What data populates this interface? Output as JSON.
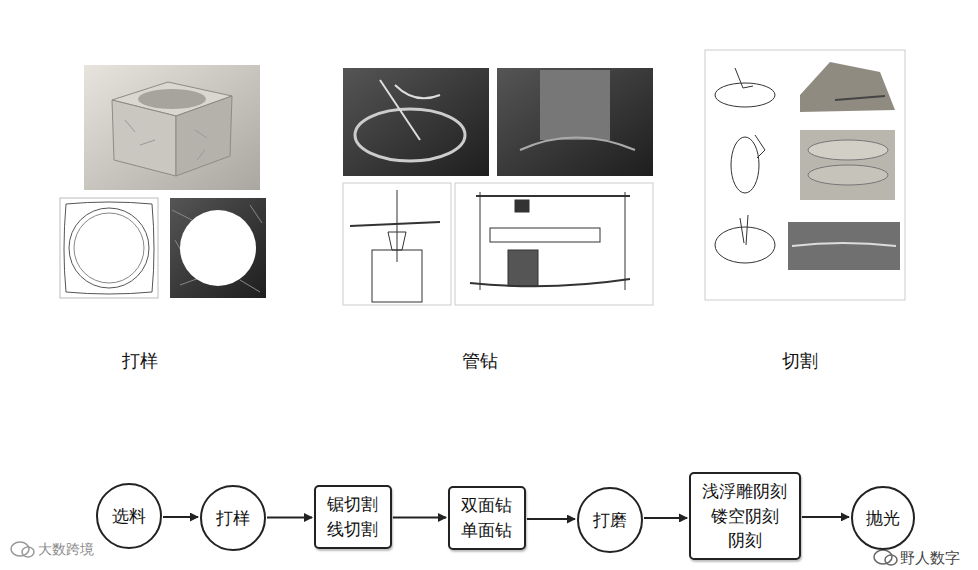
{
  "diagram": {
    "nodes": [
      {
        "text": [
          "选料"
        ]
      },
      {
        "text": [
          "打样"
        ]
      },
      {
        "text": [
          "锯切割 线切割"
        ]
      },
      {
        "text": [
          "双面钻 单面钻"
        ]
      },
      {
        "text": [
          "打磨"
        ]
      },
      {
        "text": [
          "浅浮雕阴刻 镂空阴刻 阴刻"
        ]
      },
      {
        "text": [
          "抛光"
        ]
      }
    ],
    "edges": [
      {
        "from": 0,
        "to": 1,
        "arrow": "to"
      },
      {
        "from": 1,
        "to": 2,
        "arrow": "to"
      },
      {
        "from": 2,
        "to": 3,
        "arrow": "to"
      },
      {
        "from": 3,
        "to": 4,
        "arrow": "to"
      },
      {
        "from": 4,
        "to": 5,
        "arrow": "to"
      },
      {
        "from": 5,
        "to": 6,
        "arrow": "to"
      }
    ],
    "labels": [
      "打样",
      "管钻",
      "切割",
      "大数跨境",
      "野人数字"
    ]
  }
}
